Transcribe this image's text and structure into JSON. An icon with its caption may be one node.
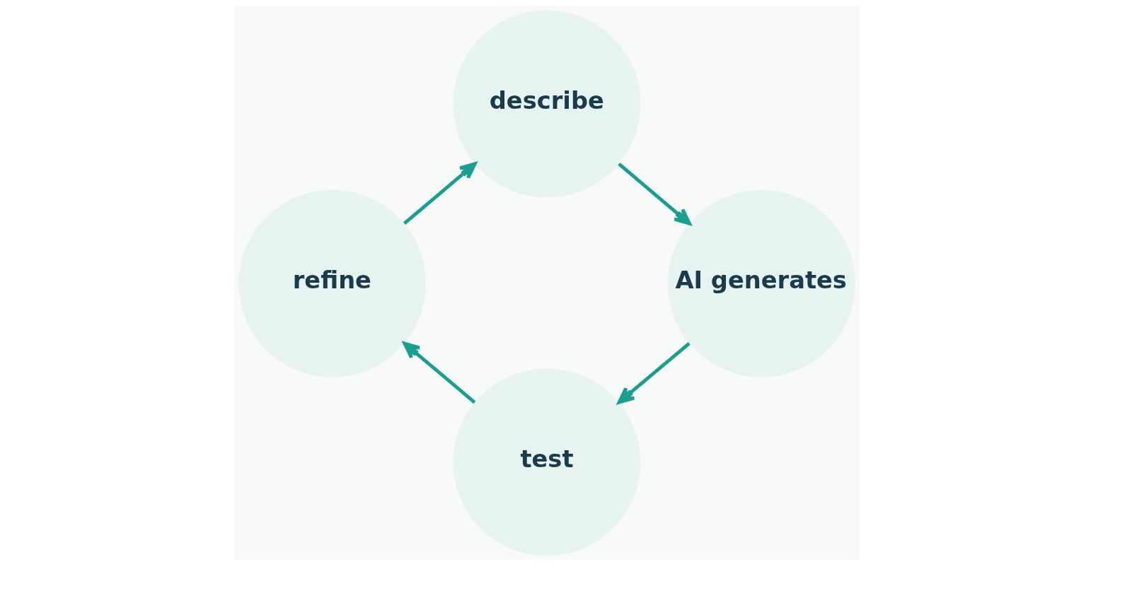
{
  "diagram": {
    "nodes": [
      {
        "text": [
          "describe"
        ]
      },
      {
        "text": [
          "AI generates"
        ]
      },
      {
        "text": [
          "test"
        ]
      },
      {
        "text": [
          "refine"
        ]
      }
    ],
    "edges": [
      {
        "from": 0,
        "to": 1,
        "arrow": "to"
      },
      {
        "from": 1,
        "to": 2,
        "arrow": "to"
      },
      {
        "from": 2,
        "to": 3,
        "arrow": "to"
      },
      {
        "from": 3,
        "to": 0,
        "arrow": "to"
      }
    ]
  }
}
